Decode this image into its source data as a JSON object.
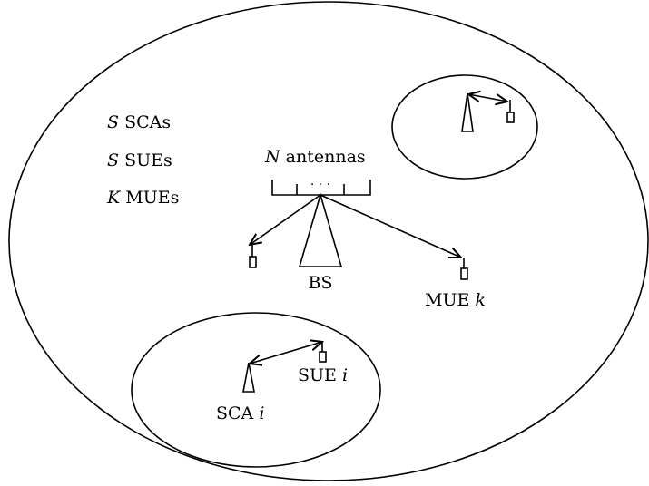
{
  "legend": {
    "line1_var": "S",
    "line1_text": " SCAs",
    "line2_var": "S",
    "line2_text": " SUEs",
    "line3_var": "K",
    "line3_text": " MUEs"
  },
  "antennas": {
    "var": "N",
    "text": " antennas",
    "dots": "· · ·"
  },
  "bs": {
    "label": "BS"
  },
  "mue": {
    "text": "MUE ",
    "var": "k"
  },
  "sue": {
    "text": "SUE ",
    "var": "i"
  },
  "sca": {
    "text": "SCA ",
    "var": "i"
  }
}
